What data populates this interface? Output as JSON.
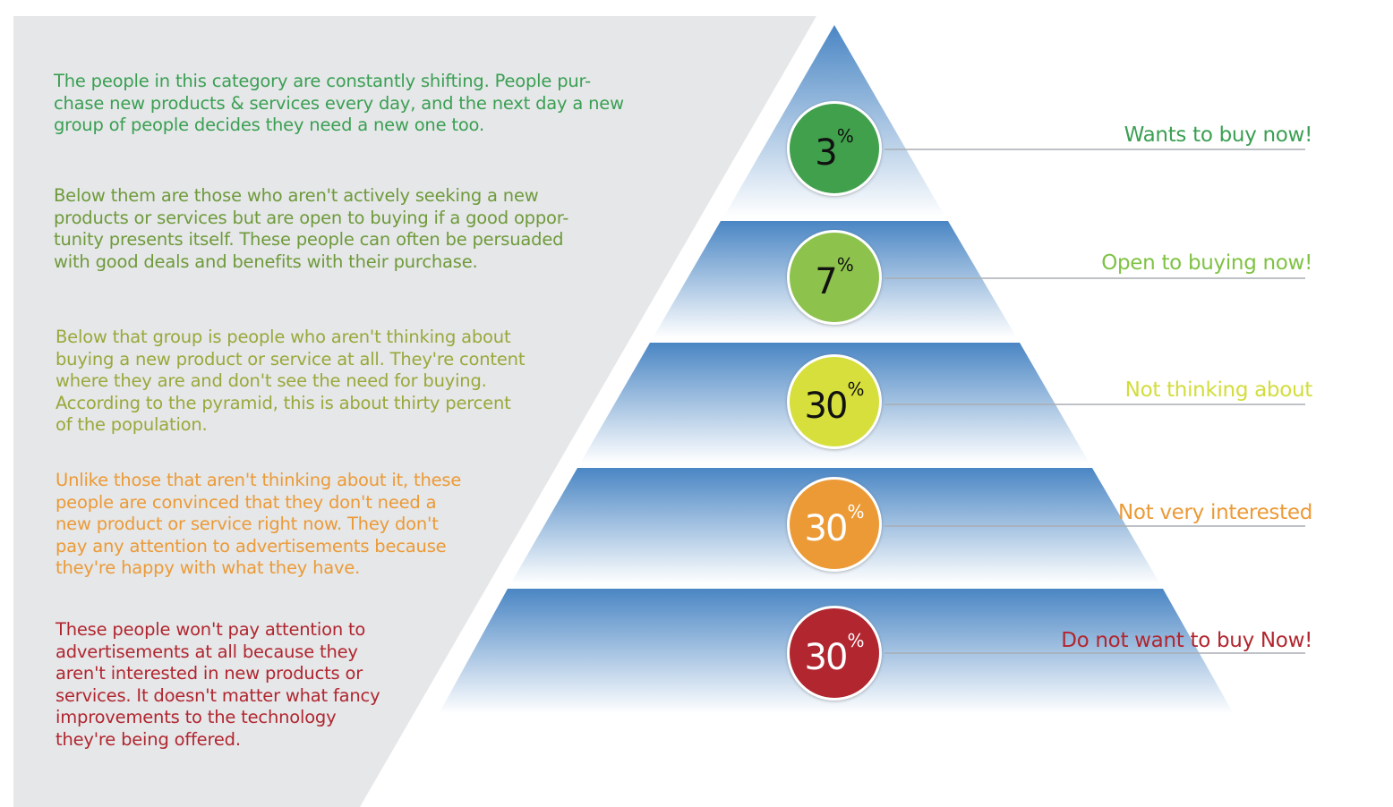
{
  "colors": {
    "panel": "#e5e7e9",
    "pyramid_top": "#4a86c4",
    "pyramid_bottom": "#ffffff",
    "leader_line": "#a9adb3",
    "tier_green": "#3f9e4b",
    "tier_lightgreen": "#7cb343",
    "tier_yellow": "#d4dc3a",
    "tier_orange": "#ed9a36",
    "tier_red": "#b0262e"
  },
  "tiers": [
    {
      "percent": "3",
      "percent_sign": "%",
      "label": "Wants to buy now!",
      "description": "The people in this category are constantly shifting. People pur-\nchase new products & services every day, and the next day a new\ngroup of people decides they need a new one too.",
      "badge_color": "#41a04c",
      "text_color": "#3a9f52",
      "number_color": "#111111"
    },
    {
      "percent": "7",
      "percent_sign": "%",
      "label": "Open to buying now!",
      "description": "Below them are those who aren't actively seeking a new\nproducts or services but are open to buying if a good oppor-\ntunity presents itself. These people can often be persuaded\nwith good deals and benefits with their purchase.",
      "badge_color": "#8dc24d",
      "text_color": "#6f9a3a",
      "label_color": "#7fc243",
      "number_color": "#111111"
    },
    {
      "percent": "30",
      "percent_sign": "%",
      "label": "Not thinking about",
      "description": "Below that group is people who aren't thinking about\nbuying a new product or service at all. They're content\nwhere they are and don't see the need for buying.\nAccording to the pyramid, this is about thirty percent\nof the population.",
      "badge_color": "#d6df3b",
      "text_color": "#9aa83a",
      "label_color": "#d2dd3c",
      "number_color": "#111111"
    },
    {
      "percent": "30",
      "percent_sign": "%",
      "label": "Not very interested",
      "description": "Unlike those that aren't thinking about it, these\npeople are convinced that they don't need a\nnew product or service right now. They don't\npay any attention to advertisements because\nthey're happy with what they have.",
      "badge_color": "#ec9a36",
      "text_color": "#ec9a36",
      "number_color": "#ffffff"
    },
    {
      "percent": "30",
      "percent_sign": "%",
      "label": "Do not want to buy Now!",
      "description": "These people won't pay attention to\nadvertisements at all because they\naren't interested in new products or\nservices. It doesn't matter what fancy\nimprovements to the technology\nthey're being offered.",
      "badge_color": "#b1262f",
      "text_color": "#b1262f",
      "number_color": "#ffffff"
    }
  ]
}
